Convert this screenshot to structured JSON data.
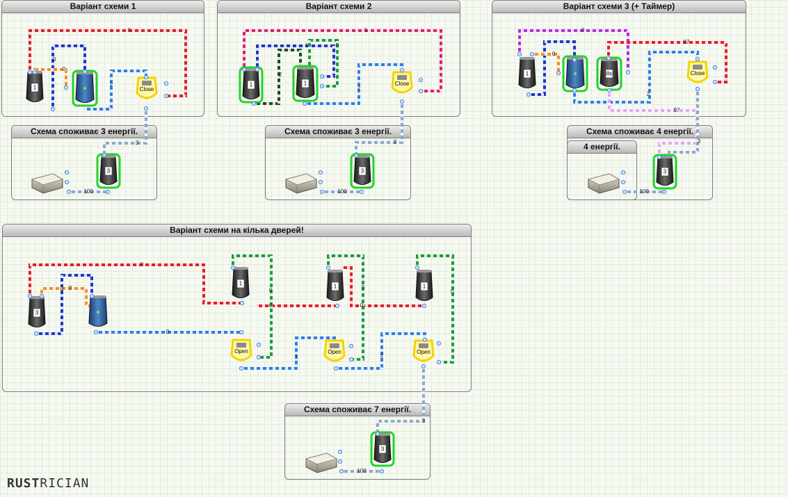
{
  "panels": {
    "v1": "Варіант схеми 1",
    "v2": "Варіант схеми 2",
    "v3": "Варіант схеми 3 (+ Таймер)",
    "multi": "Варіант схеми на кілька дверей!",
    "cons1": "Схема споживає 3 енергії.",
    "cons2": "Схема споживає 3 енергії.",
    "cons3": "Схема споживає 4 енергії.",
    "cons3b": "4 енергії.",
    "cons4": "Схема споживає 7 енергії."
  },
  "labels": {
    "close": "Close",
    "open": "Open",
    "timer": "8s",
    "one": "1",
    "three": "3",
    "zero": "0",
    "two": "2",
    "n97": "97",
    "n100": "100"
  },
  "legend_colors": {
    "red_white": "#e0202a",
    "blue": "#1f37c8",
    "light_blue": "#2f7fe0",
    "orange": "#f0902a",
    "green": "#1f9a3c",
    "dark_green": "#1d4a2a",
    "magenta": "#e0206e",
    "violet": "#b030e0",
    "grey_blue": "#8fa8c8",
    "pink_violet": "#e0a8f0"
  },
  "logo": {
    "main": "RUST",
    "tail": "RICIAN"
  }
}
